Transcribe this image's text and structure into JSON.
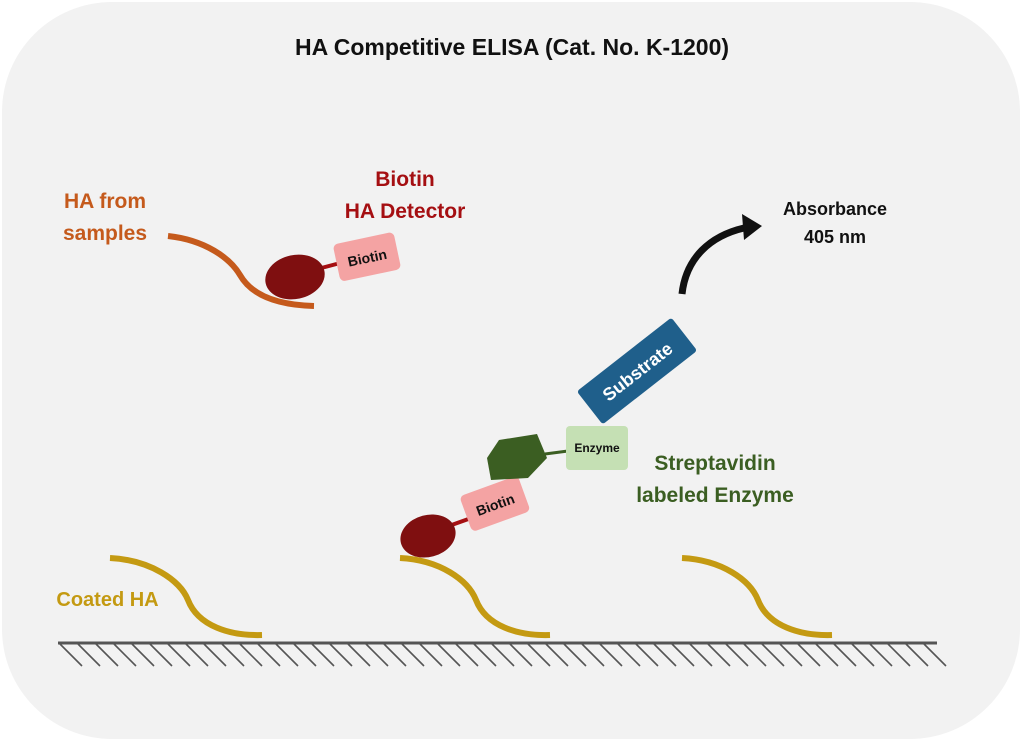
{
  "title": "HA Competitive ELISA (Cat. No. K-1200)",
  "labels": {
    "ha_from_samples": [
      "HA from",
      "samples"
    ],
    "biotin_ha_detector": [
      "Biotin",
      "HA Detector"
    ],
    "absorbance": [
      "Absorbance",
      "405 nm"
    ],
    "streptavidin_enzyme": [
      "Streptavidin",
      "labeled Enzyme"
    ],
    "coated_ha": "Coated HA"
  },
  "tags": {
    "biotin_top": "Biotin",
    "biotin_bound": "Biotin",
    "enzyme": "Enzyme",
    "substrate": "Substrate"
  },
  "colors": {
    "background": "#f2f2f2",
    "ha_sample": "#c55a1c",
    "detector": "#7f0f10",
    "biotin_tag": "#f4a3a3",
    "enzyme_tag": "#c5e0b4",
    "streptavidin": "#3b5e22",
    "substrate": "#1f5f8b",
    "coated_ha": "#c49a12",
    "surface": "#555555"
  }
}
